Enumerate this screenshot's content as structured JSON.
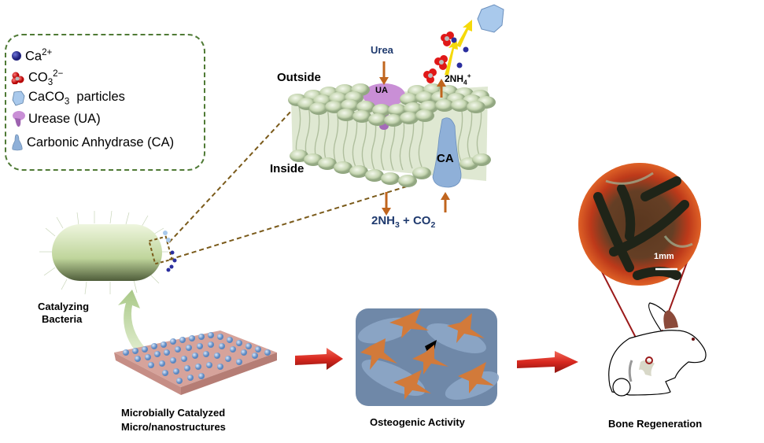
{
  "legend": {
    "items": [
      {
        "icon": "ca-ion-icon",
        "label": "Ca",
        "sup": "2+",
        "sub": ""
      },
      {
        "icon": "carbonate-ion-icon",
        "label": "CO",
        "sub": "3",
        "sup": "2−"
      },
      {
        "icon": "caco3-particle-icon",
        "label": "CaCO",
        "sub": "3",
        "rest": "  particles"
      },
      {
        "icon": "urease-icon",
        "label": "Urease (UA)"
      },
      {
        "icon": "carbonic-anhydrase-icon",
        "label": "Carbonic Anhydrase (CA)"
      }
    ]
  },
  "membrane": {
    "outside_label": "Outside",
    "inside_label": "Inside",
    "urea_label": "Urea",
    "ua_label": "UA",
    "ca_label": "CA",
    "nh4_label": "2NH",
    "nh4_sub": "4",
    "nh4_sup": "+",
    "products": {
      "a": "2NH",
      "a_sub": "3",
      "plus": " + CO",
      "b_sub": "2"
    }
  },
  "stages": {
    "bacteria_label_1": "Catalyzing",
    "bacteria_label_2": "Bacteria",
    "structures_label_1": "Microbially Catalyzed",
    "structures_label_2": "Micro/nanostructures",
    "osteogenic_label": "Osteogenic Activity",
    "bone_label": "Bone Regeneration",
    "scale_bar_label": "1mm"
  },
  "colors": {
    "legend_border": "#4f7a35",
    "arrow_orange": "#c0651e",
    "navy_text": "#1f3a6e",
    "membrane_green": "#cfdcbf",
    "urease_purple": "#c98fd6",
    "ca_blue": "#8fb0d8",
    "flow_arrow_red": "#d8281f",
    "zoom_line_red": "#9b1a1a",
    "dashed_brown": "#7a5a1a",
    "yellow_arrow": "#f5d90a"
  }
}
